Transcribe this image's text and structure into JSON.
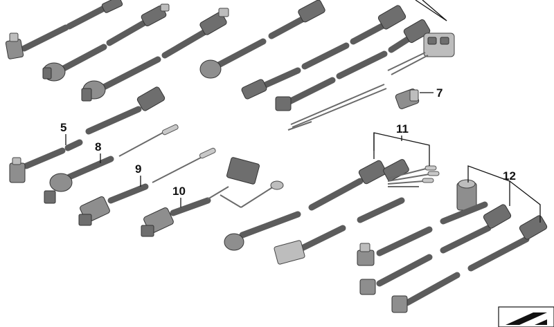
{
  "callouts": {
    "c5": "5",
    "c7": "7",
    "c8": "8",
    "c9": "9",
    "c10": "10",
    "c11": "11",
    "c12": "12"
  },
  "corner_icon": "diagram-corner-logo"
}
